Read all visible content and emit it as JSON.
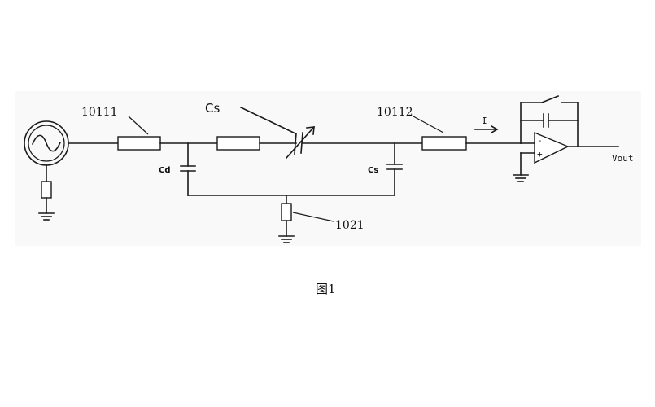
{
  "labels": {
    "resistor_top_left": "10111",
    "resistor_top_right": "10112",
    "variable_capacitor": "Cs",
    "capacitor_left": "Cd",
    "capacitor_right": "Cs",
    "resistor_bottom": "1021",
    "current": "I",
    "opamp_minus": "-",
    "opamp_plus": "+",
    "output": "Vout"
  },
  "caption": "图1"
}
